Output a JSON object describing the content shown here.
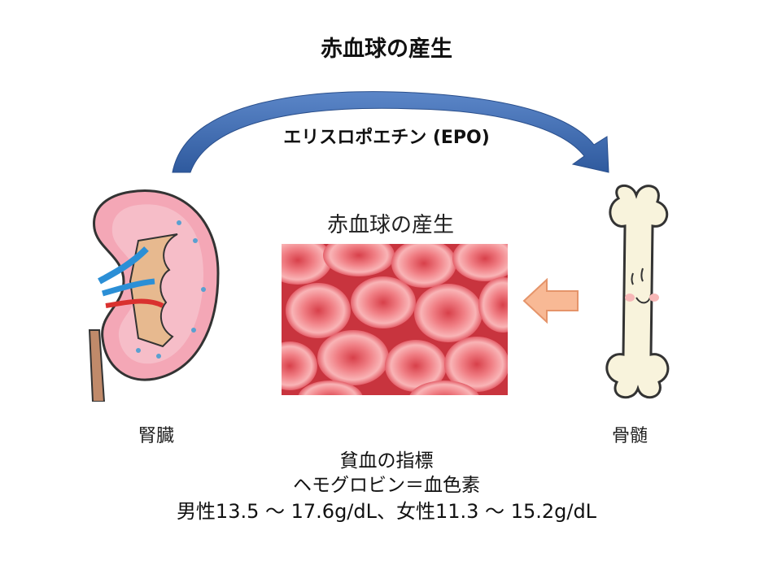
{
  "title": "赤血球の産生",
  "hormone_label": "エリスロポエチン (EPO)",
  "image_caption": "赤血球の産生",
  "organs": {
    "kidney": "腎臓",
    "bone_marrow": "骨髄"
  },
  "info": {
    "line1": "貧血の指標",
    "line2": "ヘモグロビン＝血色素",
    "line3": "男性13.5 ～ 17.6g/dL、女性11.3 ～ 15.2g/dL"
  },
  "colors": {
    "arc_arrow": "#3f6db3",
    "small_arrow": "#f6b48a",
    "blood_cells": "#e8505a",
    "kidney_cortex": "#f3a6b4",
    "bone": "#f8f3dc"
  },
  "icons": [
    "kidney-icon",
    "bone-icon",
    "red-blood-cells-image",
    "curved-arrow-icon",
    "left-arrow-icon"
  ]
}
